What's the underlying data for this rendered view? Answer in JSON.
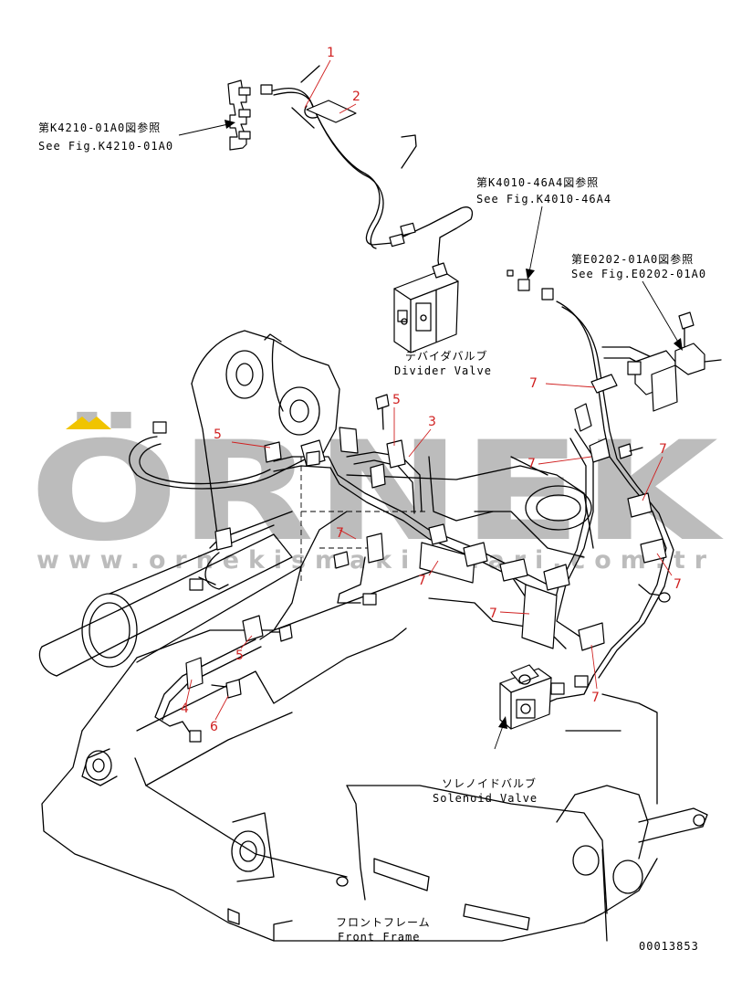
{
  "watermark": {
    "brand": "ÖRNEK",
    "url": "www.ornekismakinalari.com.tr"
  },
  "references": {
    "k4210": {
      "jp": "第K4210-01A0図参照",
      "en": "See Fig.K4210-01A0"
    },
    "k4010": {
      "jp": "第K4010-46A4図参照",
      "en": "See Fig.K4010-46A4"
    },
    "e0202": {
      "jp": "第E0202-01A0図参照",
      "en": "See Fig.E0202-01A0"
    }
  },
  "components": {
    "divider_valve": {
      "jp": "デバイダバルブ",
      "en": "Divider Valve"
    },
    "solenoid_valve": {
      "jp": "ソレノイドバルブ",
      "en": "Solenoid Valve"
    },
    "front_frame": {
      "jp": "フロントフレーム",
      "en": "Front Frame"
    }
  },
  "callouts": {
    "c1": "1",
    "c2": "2",
    "c3": "3",
    "c4": "4",
    "c5a": "5",
    "c5b": "5",
    "c5c": "5",
    "c6": "6",
    "c7a": "7",
    "c7b": "7",
    "c7c": "7",
    "c7d": "7",
    "c7e": "7",
    "c7f": "7",
    "c7g": "7",
    "c7h": "7"
  },
  "drawing_number": "00013853",
  "colors": {
    "callout": "#d02020",
    "watermark": "#bcbcbc",
    "watermark_accent": "#f0c400",
    "line": "#000000"
  }
}
